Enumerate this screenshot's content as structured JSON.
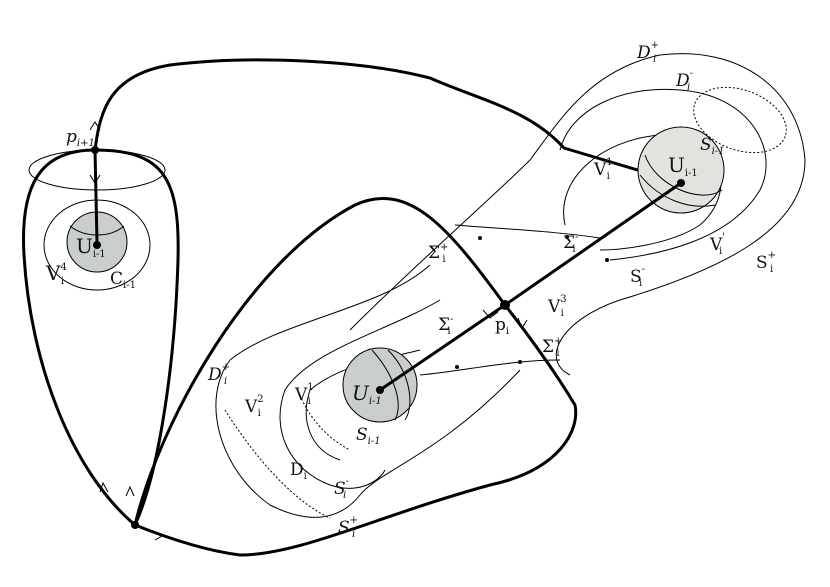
{
  "colors": {
    "stroke": "#000000",
    "disk_left": "#c9cdcb",
    "disk_right": "#e2e3df",
    "disk_mid": "#c9cdcb"
  },
  "labels": {
    "p_top": {
      "main": "p",
      "sub": "i+1"
    },
    "U_left": {
      "main": "U",
      "sub": "i-1"
    },
    "V4": {
      "main": "V",
      "sup": "4",
      "sub": "i"
    },
    "C": {
      "main": "C",
      "sub": "i-1"
    },
    "D_plus_top": {
      "main": "D",
      "sup": "+",
      "sub": "i"
    },
    "D_minus_top": {
      "main": "D",
      "sup": "-",
      "sub": "i"
    },
    "V1_right": {
      "main": "V",
      "sup": "1",
      "sub": "i"
    },
    "U_right": {
      "main": "U",
      "sub": "i-1"
    },
    "S_im1_right": {
      "main": "S",
      "sub": "i-1"
    },
    "Sigma_plus_a": {
      "main": "Σ",
      "sup": "+",
      "sub": "i"
    },
    "Sigma_minus_a": {
      "main": "Σ",
      "sup": "-",
      "sub": "i"
    },
    "V_prime": {
      "main": "V",
      "sup": "'",
      "sub": "i"
    },
    "S_minus_r": {
      "main": "S",
      "sup": "-",
      "sub": "i"
    },
    "S_plus_r": {
      "main": "S",
      "sup": "+",
      "sub": "i"
    },
    "V3": {
      "main": "V",
      "sup": "3",
      "sub": "i"
    },
    "Sigma_minus_b": {
      "main": "Σ",
      "sup": "-",
      "sub": "i"
    },
    "p_mid": {
      "main": "p",
      "sub": "i"
    },
    "Sigma_plus_b": {
      "main": "Σ",
      "sup": "+",
      "sub": "i"
    },
    "D_plus_bl": {
      "main": "D",
      "sup": "+",
      "sub": "i"
    },
    "V2": {
      "main": "V",
      "sup": "2",
      "sub": "i"
    },
    "V1_mid": {
      "main": "V",
      "sup": "1",
      "sub": "i"
    },
    "U_mid": {
      "main": "U",
      "sub": "i-1"
    },
    "S_im1_mid": {
      "main": "S",
      "sub": "i-1"
    },
    "D_i": {
      "main": "D",
      "sub": "i"
    },
    "S_minus_b": {
      "main": "S",
      "sup": "-",
      "sub": "i"
    },
    "S_plus_b": {
      "main": "S",
      "sup": "+",
      "sub": "i"
    }
  }
}
